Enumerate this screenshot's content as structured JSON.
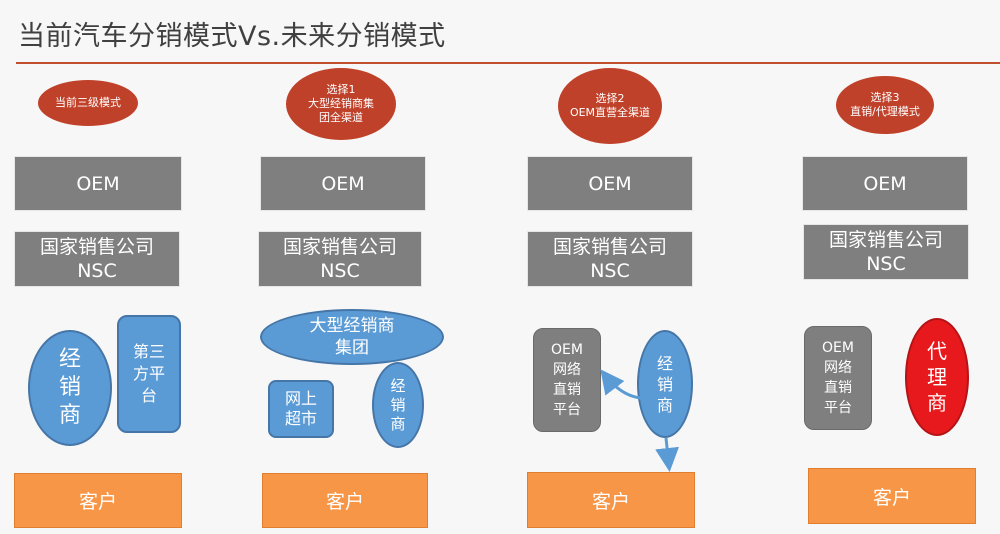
{
  "title": "当前汽车分销模式Vs.未来分销模式",
  "columns": [
    {
      "label_lines": [
        "当前三级模式"
      ],
      "oem": "OEM",
      "nsc_line1": "国家销售公司",
      "nsc_line2": "NSC",
      "dealer_chars": [
        "经",
        "销",
        "商"
      ],
      "third_party_chars": [
        "第三",
        "方平",
        "台"
      ],
      "customer": "客户"
    },
    {
      "label_lines": [
        "选择1",
        "大型经销商集",
        "团全渠道"
      ],
      "oem": "OEM",
      "nsc_line1": "国家销售公司",
      "nsc_line2": "NSC",
      "group_lines": [
        "大型经销商",
        "集团"
      ],
      "online_lines": [
        "网上",
        "超市"
      ],
      "dealer_chars": [
        "经",
        "销",
        "商"
      ],
      "customer": "客户"
    },
    {
      "label_lines": [
        "选择2",
        "OEM直营全渠道"
      ],
      "oem": "OEM",
      "nsc_line1": "国家销售公司",
      "nsc_line2": "NSC",
      "oem_direct_lines": [
        "OEM",
        "网络",
        "直销",
        "平台"
      ],
      "dealer_chars": [
        "经",
        "销",
        "商"
      ],
      "customer": "客户"
    },
    {
      "label_lines": [
        "选择3",
        "直销/代理模式"
      ],
      "oem": "OEM",
      "nsc_line1": "国家销售公司",
      "nsc_line2": "NSC",
      "oem_direct_lines": [
        "OEM",
        "网络",
        "直销",
        "平台"
      ],
      "agent_chars": [
        "代",
        "理",
        "商"
      ],
      "customer": "客户"
    }
  ],
  "colors": {
    "label_oval": "#c0412a",
    "gray_box": "#7f7f7f",
    "blue_box": "#5b9bd5",
    "agent": "#e8191d",
    "customer": "#f79646",
    "rule": "#c0502d"
  }
}
